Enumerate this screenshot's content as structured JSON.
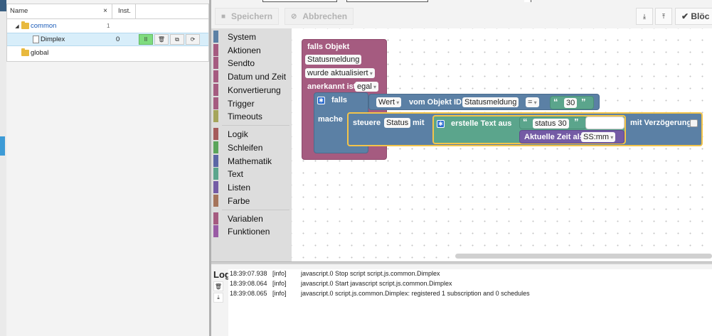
{
  "tree": {
    "columns": {
      "name": "Name",
      "clear": "×",
      "instances": "Inst."
    },
    "rows": [
      {
        "label": "common",
        "count": "1"
      },
      {
        "label": "Dimplex",
        "instances": "0"
      },
      {
        "label": "global"
      }
    ],
    "row_buttons": {
      "pause": "II",
      "delete": "🗑",
      "copy": "⧉",
      "refresh": "⟳"
    }
  },
  "toolbar": {
    "save": "Speichern",
    "cancel": "Abbrechen",
    "export_icon": "⤓",
    "import_icon": "⤒",
    "right_label": "✔ Blöc"
  },
  "toolbox": {
    "categories": [
      "System",
      "Aktionen",
      "Sendto",
      "Datum und Zeit",
      "Konvertierung",
      "Trigger",
      "Timeouts",
      "Logik",
      "Schleifen",
      "Mathematik",
      "Text",
      "Listen",
      "Farbe",
      "Variablen",
      "Funktionen"
    ],
    "colors": [
      "#5b80a5",
      "#a55b80",
      "#a55b80",
      "#a55b80",
      "#a55b80",
      "#a55b80",
      "#a5a55b",
      "#a55b5b",
      "#5ba55b",
      "#5b67a5",
      "#5ba58c",
      "#745ba5",
      "#a5745b",
      "#a55b80",
      "#995ba5"
    ]
  },
  "blocks": {
    "event_title": "falls Objekt",
    "event_object": "Statusmeldung",
    "event_trigger": "wurde aktualisiert",
    "ack_label": "anerkannt ist",
    "ack_value": "egal",
    "if_label": "falls",
    "do_label": "mache",
    "value_dd": "Wert",
    "from_object": "vom Objekt ID",
    "object_id": "Statusmeldung",
    "operator": "=",
    "compare_value": "30",
    "control_label": "steuere",
    "control_target": "Status",
    "with_label": "mit",
    "create_text": "erstelle Text aus",
    "text_value": "status 30",
    "time_label": "Aktuelle Zeit als",
    "time_format": "SS:mm",
    "delay_label": "mit Verzögerung"
  },
  "log": {
    "title": "Log",
    "lines": [
      {
        "time": "18:39:07.938",
        "level": "[info]",
        "message": "javascript.0 Stop script script.js.common.Dimplex"
      },
      {
        "time": "18:39:08.064",
        "level": "[info]",
        "message": "javascript.0 Start javascript script.js.common.Dimplex"
      },
      {
        "time": "18:39:08.065",
        "level": "[info]",
        "message": "javascript.0 script.js.common.Dimplex: registered 1 subscription and 0 schedules"
      }
    ]
  }
}
